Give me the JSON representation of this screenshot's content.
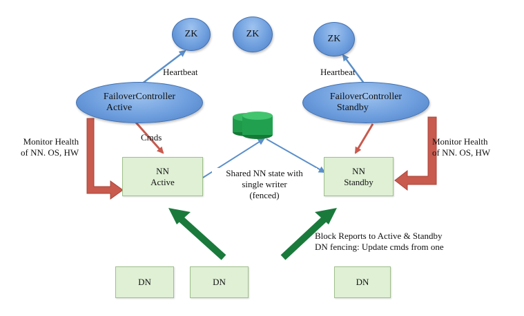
{
  "zk_nodes": [
    "ZK",
    "ZK",
    "ZK"
  ],
  "fc_active": {
    "line1": "FailoverController",
    "line2": "Active"
  },
  "fc_standby": {
    "line1": "FailoverController",
    "line2": "Standby"
  },
  "heartbeat_left": "Heartbeat",
  "heartbeat_right": "Heartbeat",
  "cmds": "Cmds",
  "monitor_left": {
    "line1": "Monitor Health",
    "line2": "of NN. OS, HW"
  },
  "monitor_right": {
    "line1": "Monitor Health",
    "line2": "of NN. OS, HW"
  },
  "nn_active": {
    "line1": "NN",
    "line2": "Active"
  },
  "nn_standby": {
    "line1": "NN",
    "line2": "Standby"
  },
  "shared_state": {
    "line1": "Shared NN state with",
    "line2": "single writer",
    "line3": "(fenced)"
  },
  "block_reports": {
    "line1": "Block Reports to Active & Standby",
    "line2": "DN fencing: Update cmds from one"
  },
  "dn_nodes": [
    "DN",
    "DN",
    "DN"
  ],
  "colors": {
    "ellipse_fill": "#6f9fde",
    "box_fill": "#dff0d5",
    "red_arrow": "#c85a4e",
    "green_arrow": "#1a7a3c",
    "blue_line": "#5b8fc9",
    "disk_green": "#1f9a4a"
  }
}
